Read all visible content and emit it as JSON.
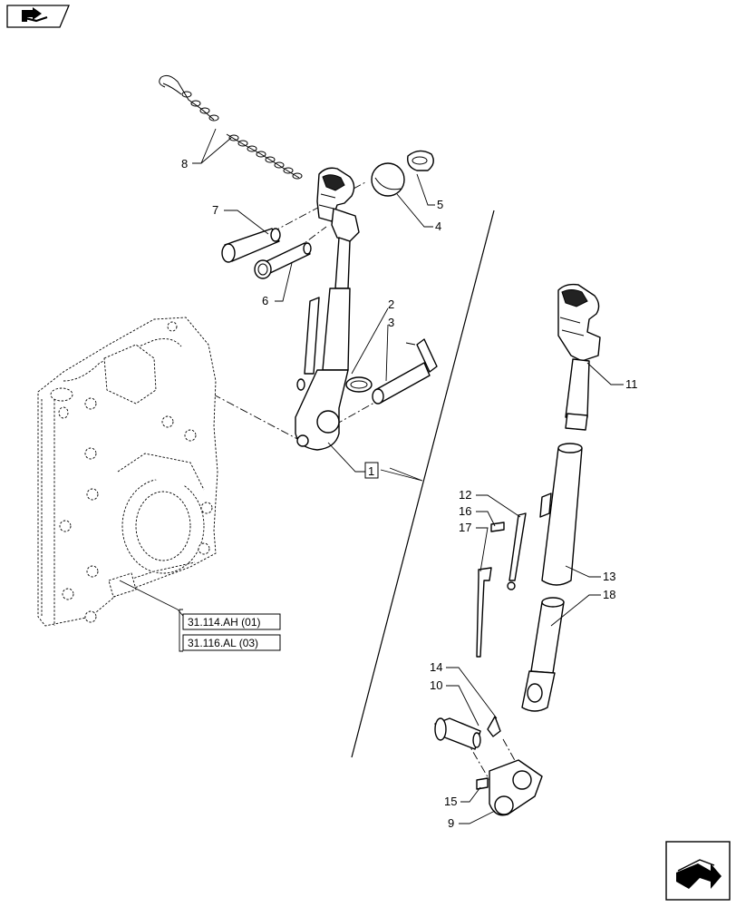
{
  "callouts": [
    {
      "id": "1",
      "label": "1"
    },
    {
      "id": "2",
      "label": "2"
    },
    {
      "id": "3",
      "label": "3"
    },
    {
      "id": "4",
      "label": "4"
    },
    {
      "id": "5",
      "label": "5"
    },
    {
      "id": "6",
      "label": "6"
    },
    {
      "id": "7",
      "label": "7"
    },
    {
      "id": "8",
      "label": "8"
    },
    {
      "id": "9",
      "label": "9"
    },
    {
      "id": "10",
      "label": "10"
    },
    {
      "id": "11",
      "label": "11"
    },
    {
      "id": "12",
      "label": "12"
    },
    {
      "id": "13",
      "label": "13"
    },
    {
      "id": "14",
      "label": "14"
    },
    {
      "id": "15",
      "label": "15"
    },
    {
      "id": "16",
      "label": "16"
    },
    {
      "id": "17",
      "label": "17"
    },
    {
      "id": "18",
      "label": "18"
    }
  ],
  "references": [
    "31.114.AH (01)",
    "31.116.AL (03)"
  ],
  "icons": {
    "top_left": "book-arrow-icon",
    "bottom_right": "next-page-arrow-icon"
  }
}
